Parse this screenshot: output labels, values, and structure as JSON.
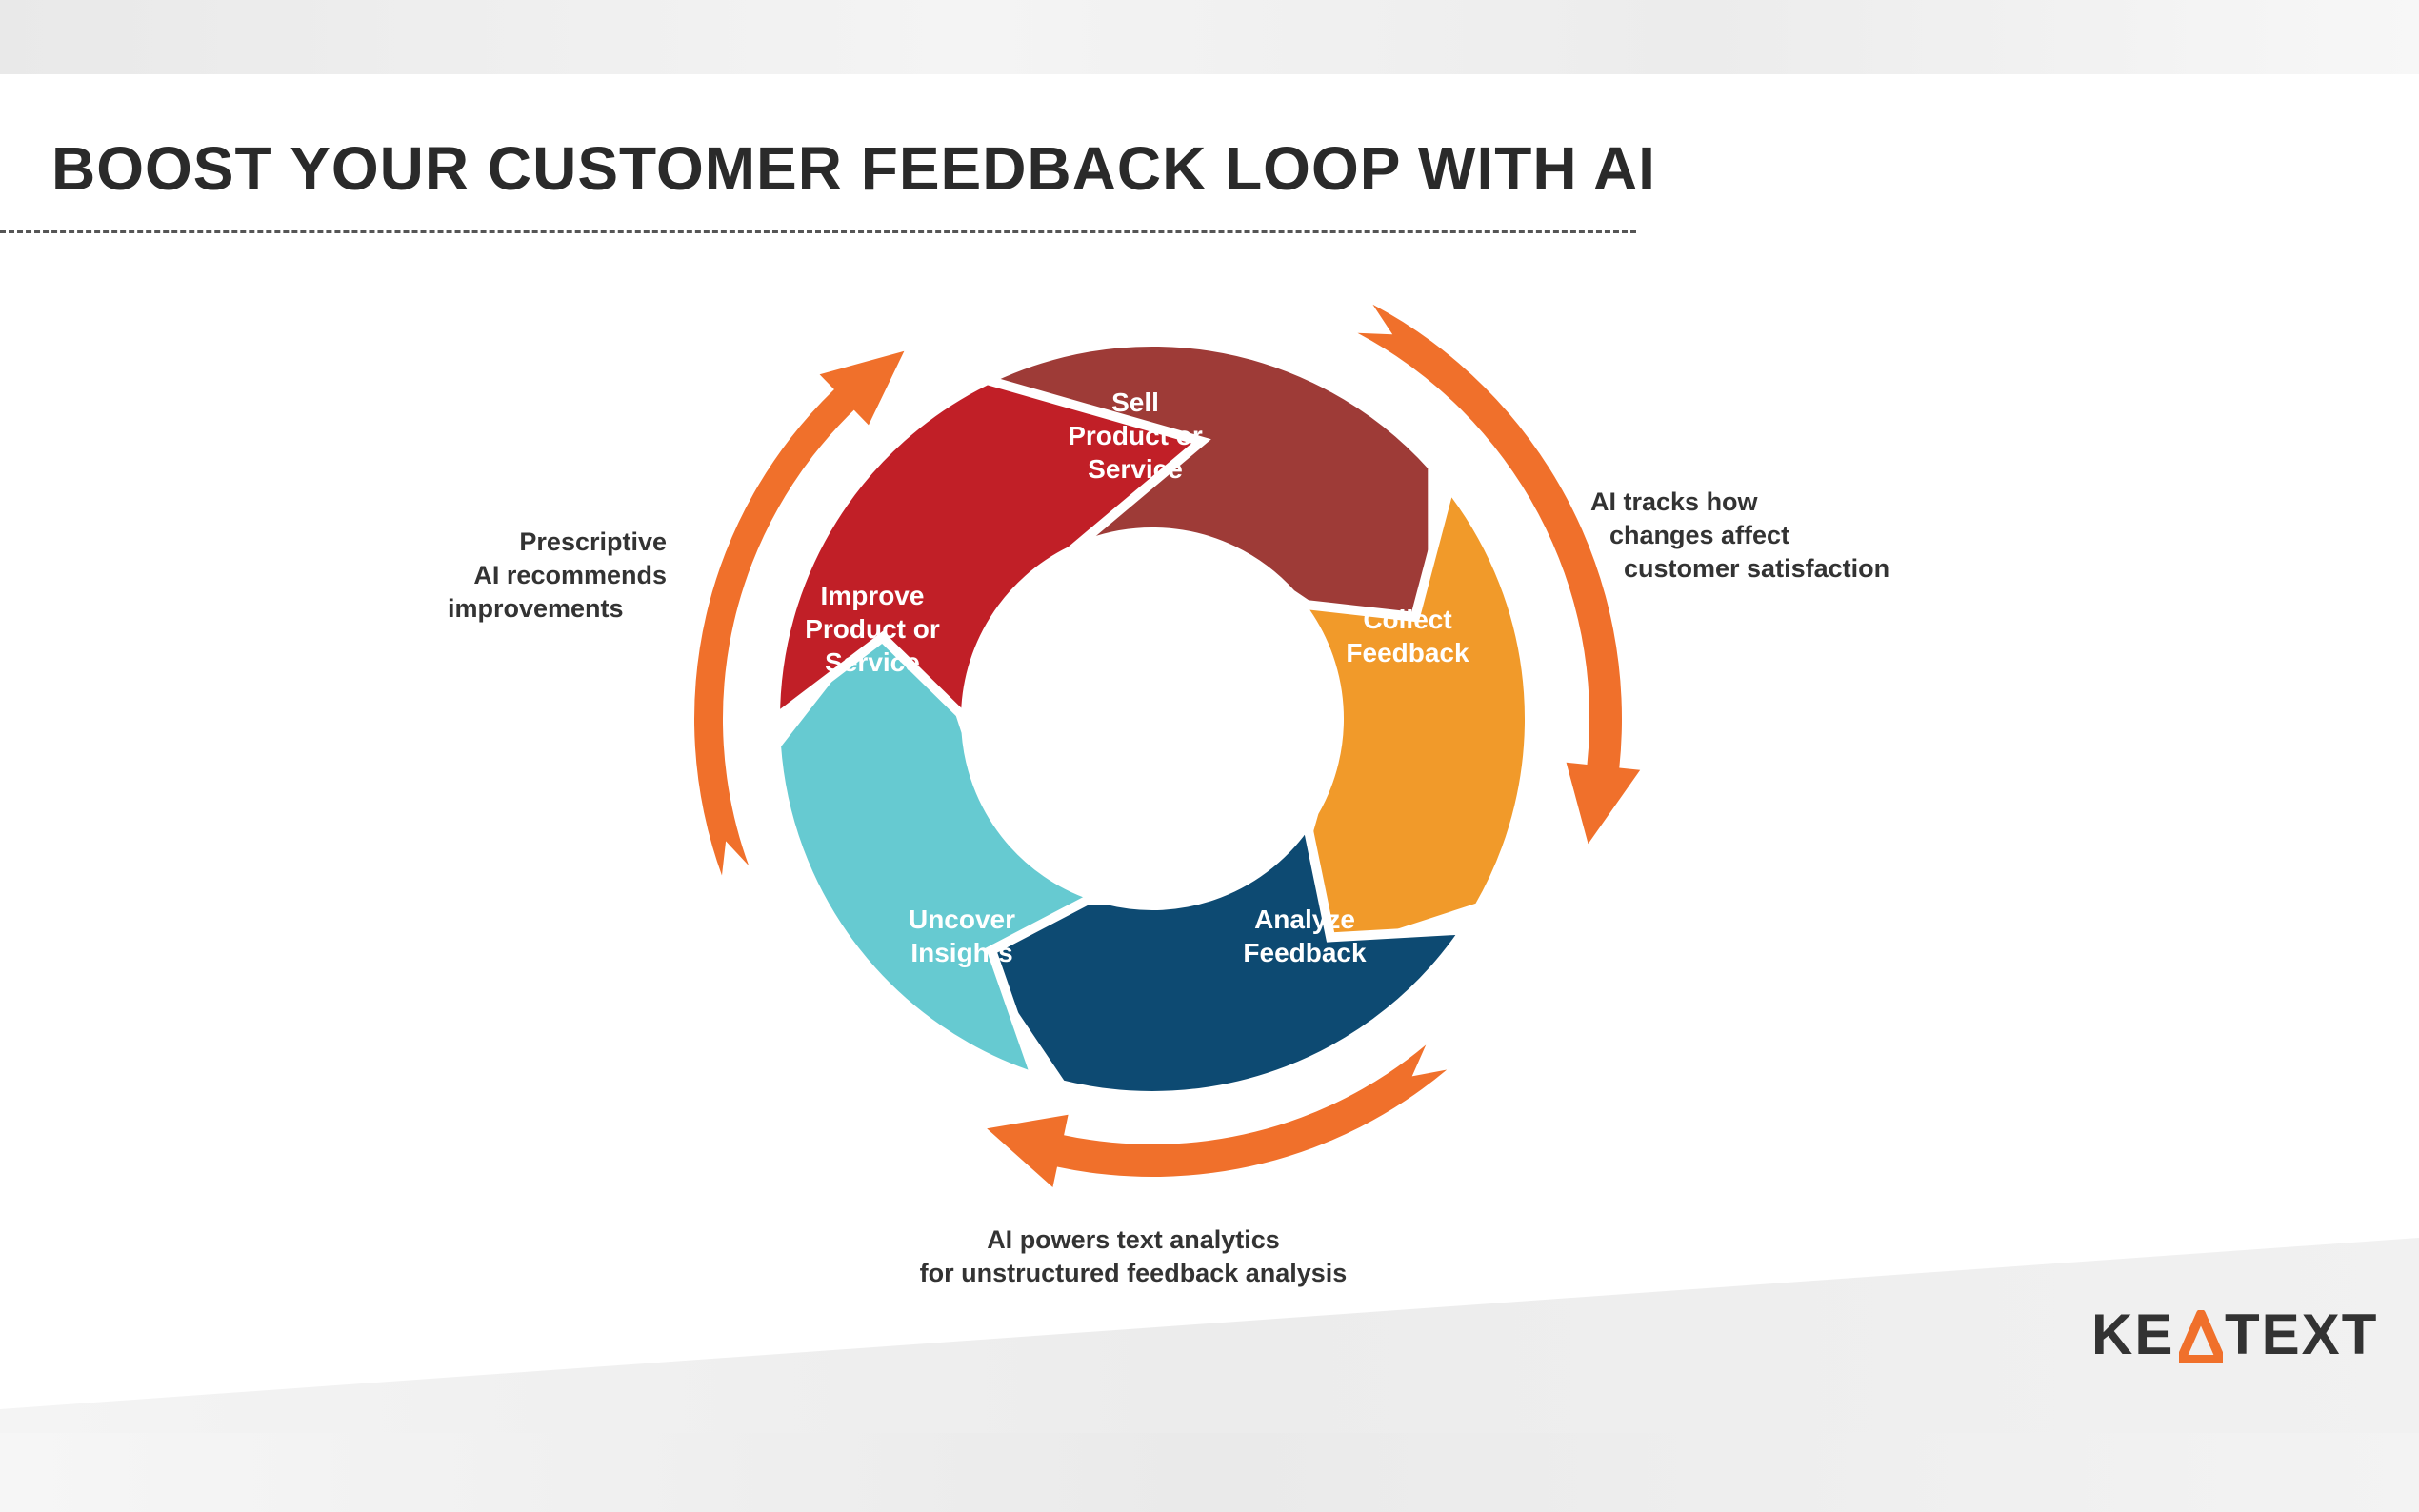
{
  "title": "BOOST YOUR CUSTOMER FEEDBACK LOOP WITH AI",
  "segments": [
    {
      "id": "sell",
      "lines": [
        "Sell",
        "Product or",
        "Service"
      ],
      "color": "#9e3b37"
    },
    {
      "id": "collect",
      "lines": [
        "Collect",
        "Feedback"
      ],
      "color": "#f19a2a"
    },
    {
      "id": "analyze",
      "lines": [
        "Analyze",
        "Feedback"
      ],
      "color": "#0d4a72"
    },
    {
      "id": "uncover",
      "lines": [
        "Uncover",
        "Insights"
      ],
      "color": "#66cad1"
    },
    {
      "id": "improve",
      "lines": [
        "Improve",
        "Product or",
        "Service"
      ],
      "color": "#c11f27"
    }
  ],
  "arrow_color": "#f0702b",
  "notes": {
    "prescriptive": [
      "Prescriptive",
      "AI recommends",
      "improvements"
    ],
    "tracks": [
      "AI tracks how",
      "changes affect",
      "customer satisfaction"
    ],
    "powers": [
      "AI powers text analytics",
      "for unstructured feedback analysis"
    ]
  },
  "logo": {
    "left": "KE",
    "right": "TEXT",
    "mark_color": "#f0702b"
  }
}
